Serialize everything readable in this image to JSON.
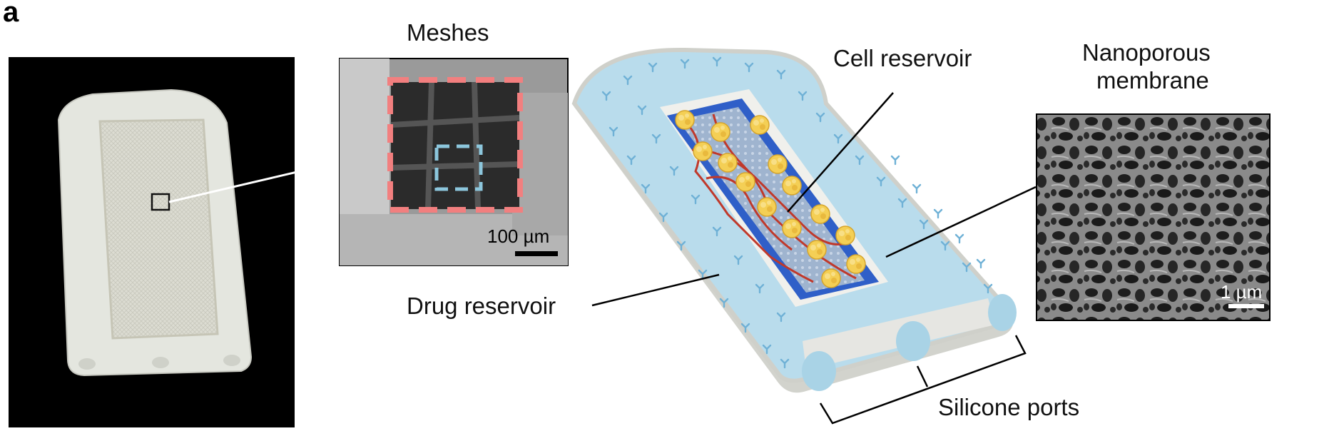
{
  "panel_letter": "a",
  "labels": {
    "meshes": "Meshes",
    "cell_reservoir": "Cell reservoir",
    "nanoporous_line1": "Nanoporous",
    "nanoporous_line2": "membrane",
    "drug_reservoir": "Drug reservoir",
    "silicone_ports": "Silicone ports"
  },
  "scale_bars": {
    "sem_mesh": "100 µm",
    "sem_membrane": "1 µm"
  },
  "colors": {
    "photo_background": "#000000",
    "device_body": "#e4e6df",
    "drug_reservoir_fill": "#b9dcec",
    "cell_reservoir_channel": "#2f5fc8",
    "mesh_outer_box": "#f27f7f",
    "mesh_inner_box": "#8cc6dc",
    "cell_cluster": "#f1c84a",
    "vessel": "#c0392b"
  },
  "icons": [
    "antibody-icon",
    "cell-cluster-icon",
    "blood-vessel-icon"
  ]
}
